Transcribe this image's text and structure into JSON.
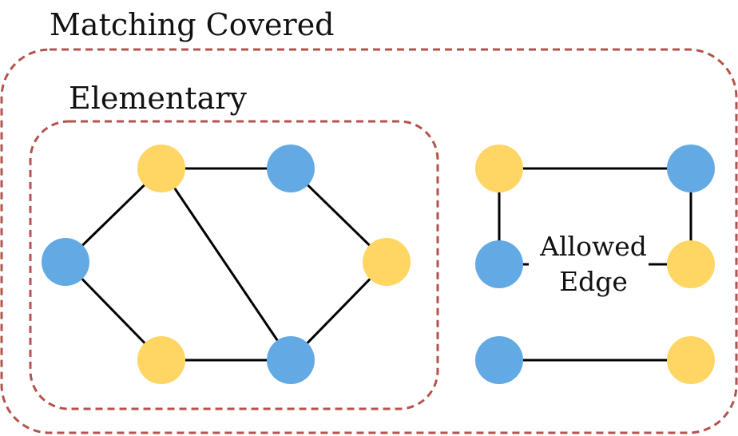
{
  "labels": {
    "outer_region": "Matching Covered",
    "inner_region": "Elementary",
    "edge_label_line1": "Allowed",
    "edge_label_line2": "Edge"
  },
  "colors": {
    "blue_vertex": "#63aae5",
    "yellow_vertex": "#ffd663",
    "edge": "#000000",
    "region_border": "#b5524c"
  },
  "graph": {
    "vertices": [
      {
        "id": "a",
        "color": "yellow"
      },
      {
        "id": "b",
        "color": "blue"
      },
      {
        "id": "c",
        "color": "blue"
      },
      {
        "id": "d",
        "color": "yellow"
      },
      {
        "id": "e",
        "color": "yellow"
      },
      {
        "id": "f",
        "color": "blue"
      },
      {
        "id": "g",
        "color": "yellow"
      },
      {
        "id": "h",
        "color": "blue"
      },
      {
        "id": "i",
        "color": "blue"
      },
      {
        "id": "j",
        "color": "yellow"
      },
      {
        "id": "k",
        "color": "blue"
      },
      {
        "id": "l",
        "color": "yellow"
      }
    ],
    "edges": [
      [
        "a",
        "b"
      ],
      [
        "a",
        "c"
      ],
      [
        "a",
        "f"
      ],
      [
        "c",
        "e"
      ],
      [
        "b",
        "d"
      ],
      [
        "e",
        "f"
      ],
      [
        "d",
        "f"
      ],
      [
        "g",
        "h"
      ],
      [
        "g",
        "i"
      ],
      [
        "h",
        "j"
      ],
      [
        "i",
        "j"
      ],
      [
        "k",
        "l"
      ]
    ]
  }
}
